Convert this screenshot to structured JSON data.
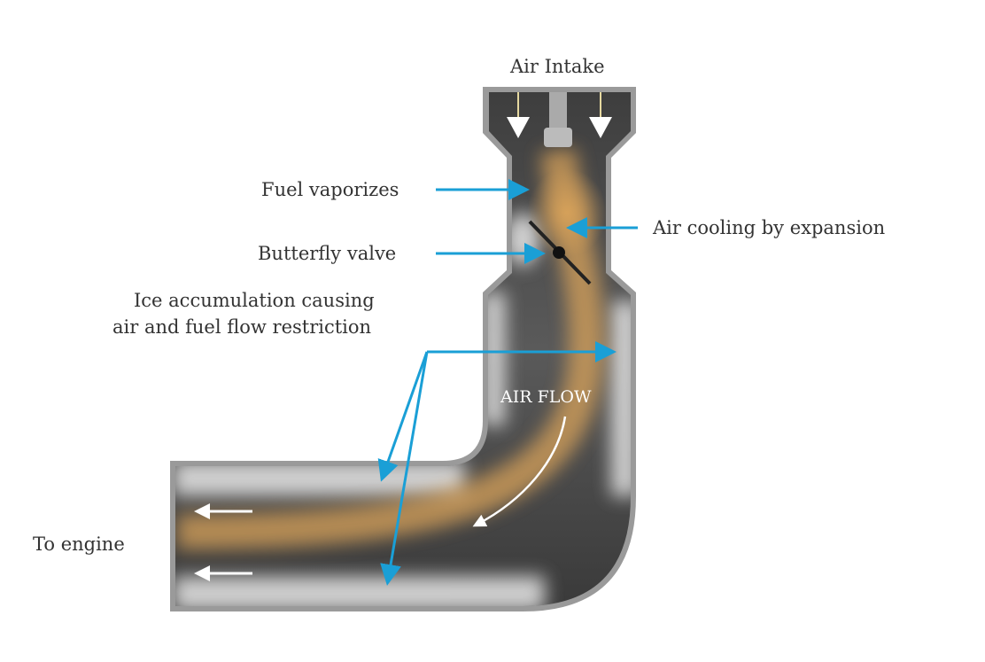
{
  "title": "Air Intake",
  "labels": {
    "fuel": "Fuel vaporizes",
    "valve": "Butterfly valve",
    "ice_line1": "Ice accumulation causing",
    "ice_line2": "air and fuel flow restriction",
    "cooling": "Air cooling by expansion",
    "airflow": "AIR FLOW",
    "engine": "To engine"
  },
  "colors": {
    "callout": "#1a9fd6",
    "fuel": "#d9a35a",
    "pipe": "#4a4a4a"
  }
}
